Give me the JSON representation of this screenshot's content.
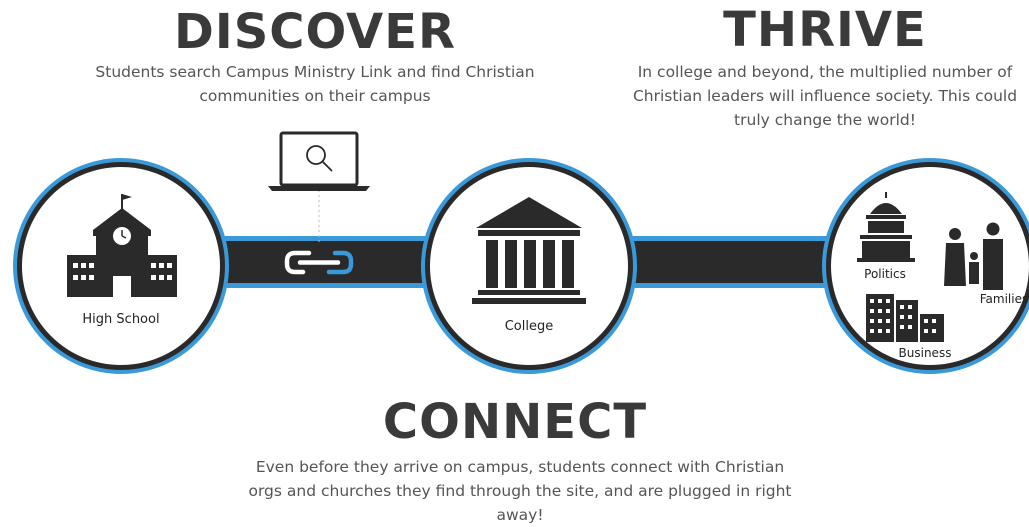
{
  "discover": {
    "title": "DISCOVER",
    "description": "Students search Campus Ministry Link and find Christian communities on their campus"
  },
  "thrive": {
    "title": "THRIVE",
    "description": "In college and beyond, the multiplied number of Christian leaders will influence society. This could truly change the world!"
  },
  "connect": {
    "title": "CONNECT",
    "description": "Even before they arrive on campus, students connect with Christian orgs and churches they find through the site, and are plugged in right away!"
  },
  "nodes": {
    "high_school": "High School",
    "college": "College",
    "politics": "Politics",
    "families": "Families",
    "business": "Business"
  },
  "colors": {
    "accent_blue": "#3a9ad9",
    "dark": "#2a2a2a",
    "text": "#555555"
  },
  "icons": [
    "laptop-search-icon",
    "link-icon",
    "school-building-icon",
    "college-columns-icon",
    "capitol-dome-icon",
    "family-icon",
    "office-buildings-icon"
  ]
}
